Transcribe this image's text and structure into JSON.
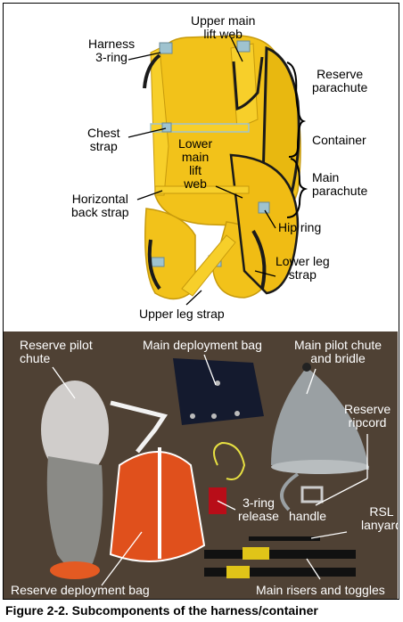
{
  "harness_labels": {
    "harness_3ring": "Harness\n3-ring",
    "upper_main_lift_web": "Upper main\nlift web",
    "reserve_parachute": "Reserve\nparachute",
    "chest_strap": "Chest\nstrap",
    "lower_main_lift_web": "Lower\nmain\nlift\nweb",
    "container": "Container",
    "main_parachute": "Main\nparachute",
    "horizontal_back_strap": "Horizontal\nback strap",
    "hip_ring": "Hip ring",
    "lower_leg_strap": "Lower leg\nstrap",
    "upper_leg_strap": "Upper leg strap"
  },
  "component_labels": {
    "reserve_pilot_chute": "Reserve pilot\nchute",
    "main_deployment_bag": "Main deployment bag",
    "main_pilot_chute": "Main pilot chute\nand bridle",
    "reserve_ripcord": "Reserve\nripcord",
    "three_ring_release": "3-ring\nrelease",
    "handle": "handle",
    "rsl_lanyard": "RSL\nlanyard",
    "reserve_deployment_bag": "Reserve deployment bag",
    "main_risers": "Main risers and toggles"
  },
  "caption": "Figure 2-2. Subcomponents of the harness/container",
  "colors": {
    "container_yellow": "#f2c21a",
    "webbing_black": "#1a1a1a",
    "hardware_blue": "#9fc3cf",
    "background_brown": "#4f4134",
    "orange_bag": "#e0501c"
  }
}
